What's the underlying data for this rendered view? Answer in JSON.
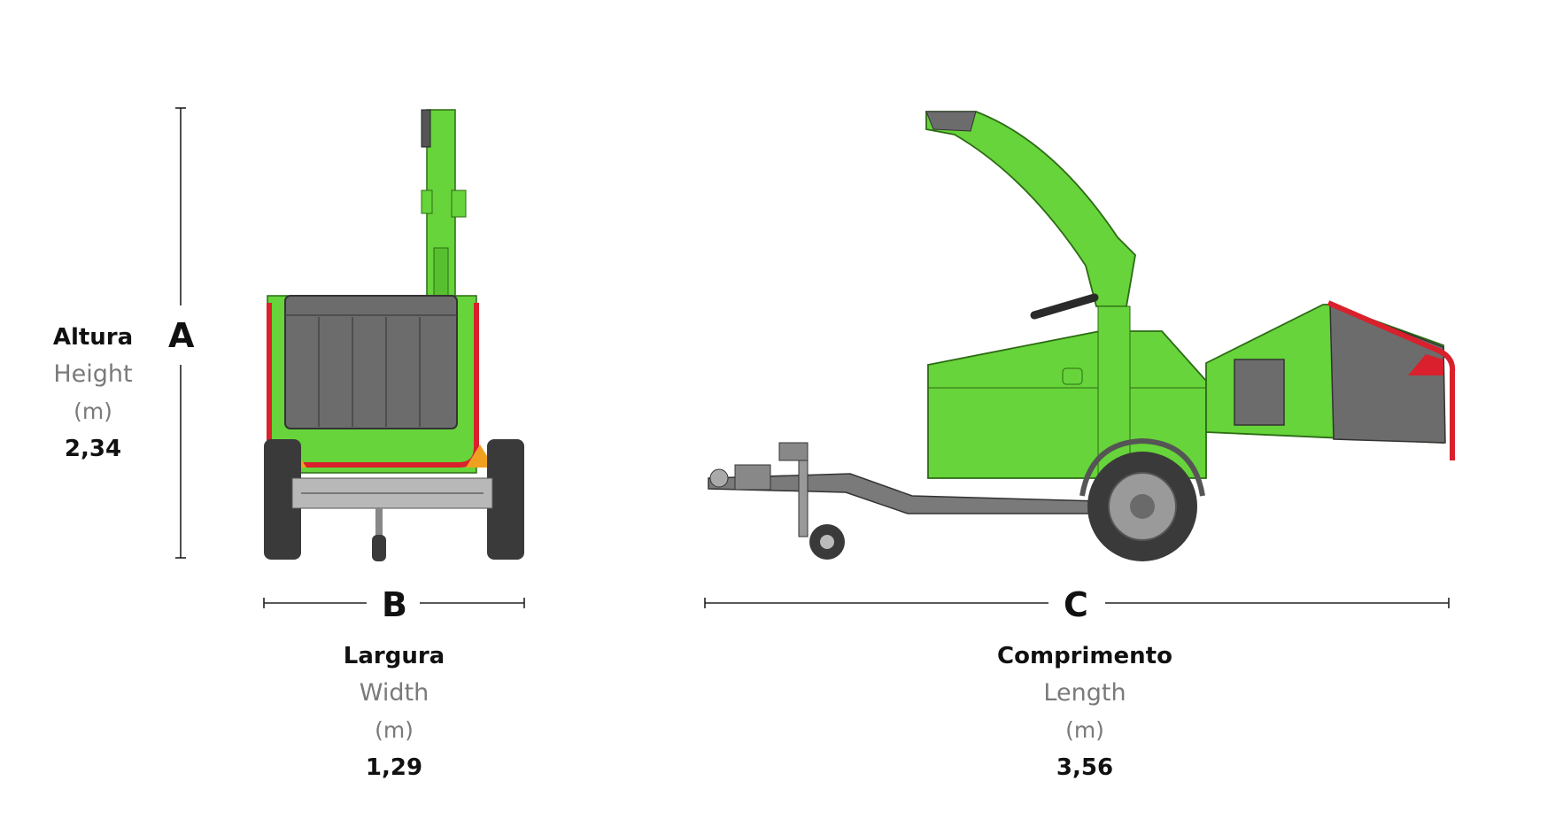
{
  "colors": {
    "machine_green": "#66d43a",
    "guard_red": "#d9202c",
    "panel_grey": "#6c6c6c",
    "tyre": "#3a3a3a",
    "line": "#222222"
  },
  "height": {
    "letter": "A",
    "label_pt": "Altura",
    "label_en": "Height",
    "unit": "(m)",
    "value": "2,34"
  },
  "width": {
    "letter": "B",
    "label_pt": "Largura",
    "label_en": "Width",
    "unit": "(m)",
    "value": "1,29"
  },
  "length": {
    "letter": "C",
    "label_pt": "Comprimento",
    "label_en": "Length",
    "unit": "(m)",
    "value": "3,56"
  }
}
